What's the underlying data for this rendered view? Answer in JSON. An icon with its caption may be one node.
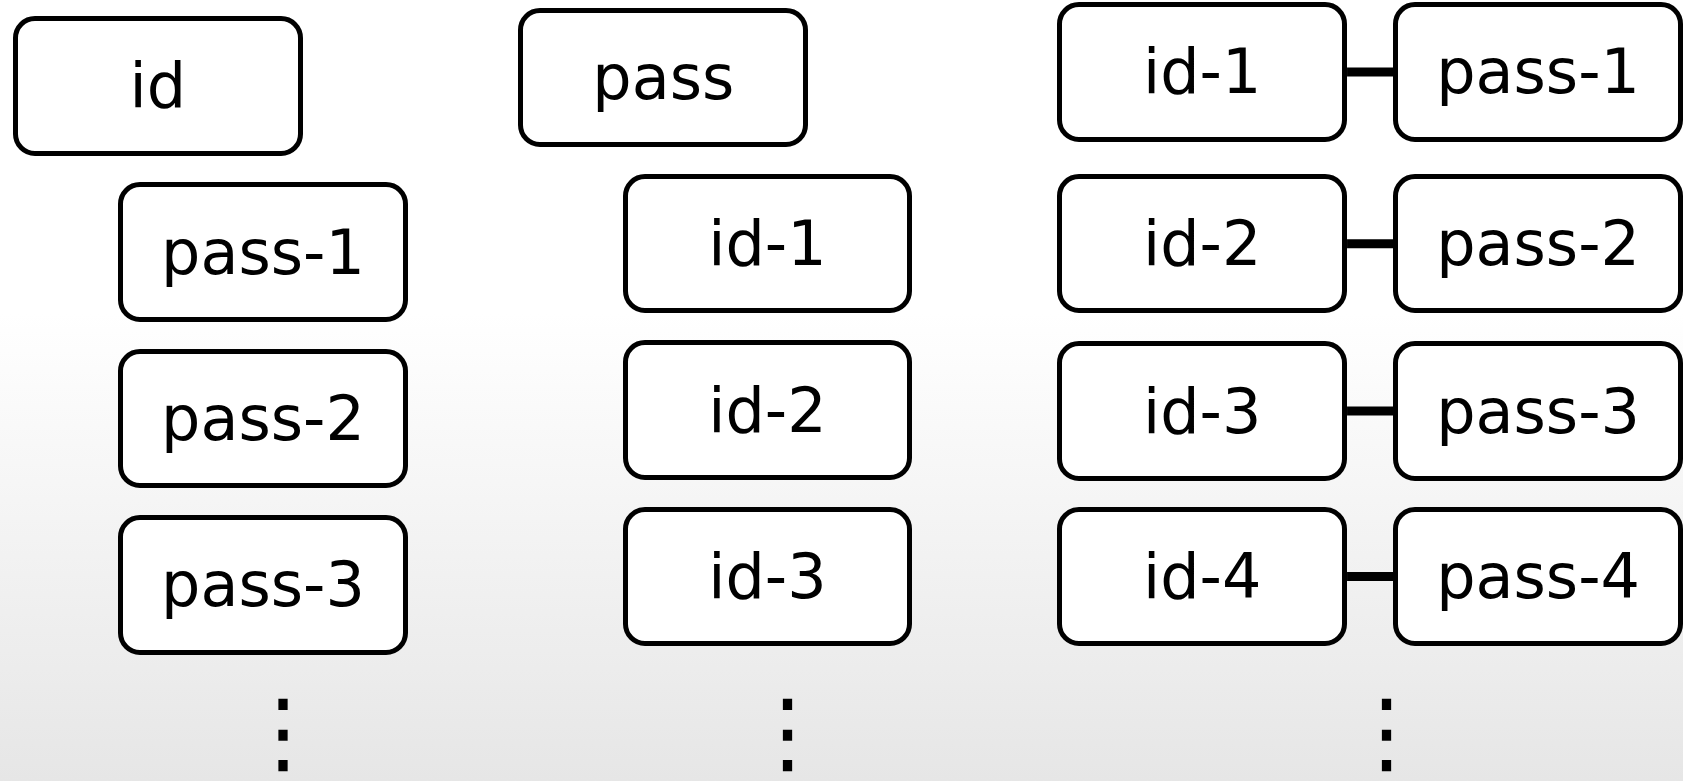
{
  "diagram": {
    "nodes": [
      {
        "text": [
          "id"
        ]
      },
      {
        "text": [
          "pass-1"
        ]
      },
      {
        "text": [
          "pass-2"
        ]
      },
      {
        "text": [
          "pass-3"
        ]
      },
      {
        "text": [
          "pass"
        ]
      },
      {
        "text": [
          "id-1"
        ]
      },
      {
        "text": [
          "id-2"
        ]
      },
      {
        "text": [
          "id-3"
        ]
      },
      {
        "text": [
          "id-1"
        ]
      },
      {
        "text": [
          "pass-1"
        ]
      },
      {
        "text": [
          "id-2"
        ]
      },
      {
        "text": [
          "pass-2"
        ]
      },
      {
        "text": [
          "id-3"
        ]
      },
      {
        "text": [
          "pass-3"
        ]
      },
      {
        "text": [
          "id-4"
        ]
      },
      {
        "text": [
          "pass-4"
        ]
      }
    ],
    "edges": [
      {
        "from": 8,
        "to": 9,
        "arrow": "none"
      },
      {
        "from": 10,
        "to": 11,
        "arrow": "none"
      },
      {
        "from": 12,
        "to": 13,
        "arrow": "none"
      },
      {
        "from": 14,
        "to": 15,
        "arrow": "none"
      }
    ],
    "labels": [
      "⋮",
      "⋮",
      "⋮"
    ]
  }
}
